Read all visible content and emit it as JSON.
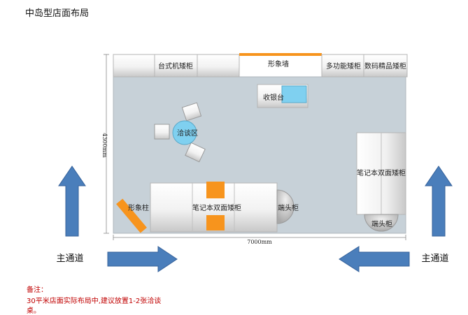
{
  "title": "中岛型店面布局",
  "cabinets": {
    "desktop": "台式机矮柜",
    "image_wall": "形象墙",
    "multi_function": "多功能矮柜",
    "digital": "数码精品矮柜"
  },
  "cashier": "收银台",
  "negotiation": "洽谈区",
  "center_cabinet": "笔记本双面矮柜",
  "side_cabinet": "笔记本双面矮柜",
  "end_cabinet_center": "端头柜",
  "end_cabinet_side": "端头柜",
  "image_pillar": "形象柱",
  "dimensions": {
    "height": "4300mm",
    "width": "7000mm"
  },
  "aisle_left": "主通道",
  "aisle_right": "主通道",
  "note": {
    "label": "备注：",
    "line1": "30平米店面实际布局中,建议放置1-2张洽谈",
    "line2": "桌。"
  },
  "colors": {
    "floor": "#c7d1d8",
    "arrow": "#4a7ebb",
    "accent": "#f7941d",
    "note": "#c00000"
  }
}
